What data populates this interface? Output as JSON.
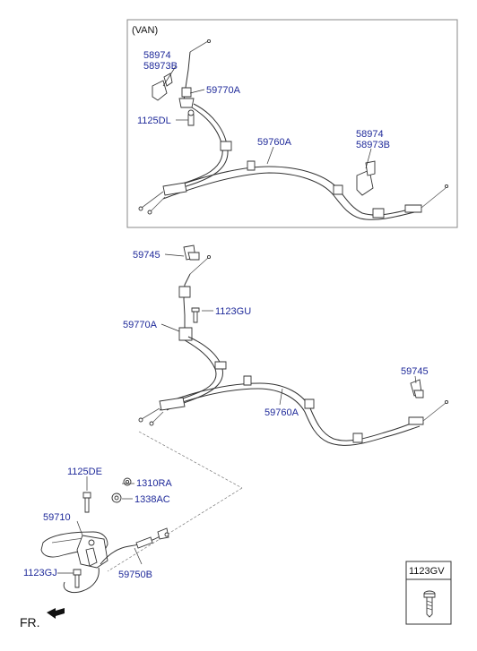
{
  "van_section": {
    "title": "(VAN)",
    "labels": {
      "bracket_upper_a": "58974",
      "bracket_upper_b": "58973B",
      "cable_front": "59770A",
      "bolt": "1125DL",
      "cable_rear": "59760A",
      "bracket_right_a": "58974",
      "bracket_right_b": "58973B"
    }
  },
  "main_section": {
    "labels": {
      "clip_top": "59745",
      "bolt_top": "1123GU",
      "cable_front": "59770A",
      "clip_right": "59745",
      "cable_rear": "59760A",
      "bolt_lever": "1125DE",
      "nut_top": "1310RA",
      "nut_mid": "1338AC",
      "lever": "59710",
      "bolt_bottom": "1123GJ",
      "cable_lever": "59750B"
    }
  },
  "legend": {
    "part_no": "1123GV"
  },
  "direction": {
    "label": "FR."
  }
}
